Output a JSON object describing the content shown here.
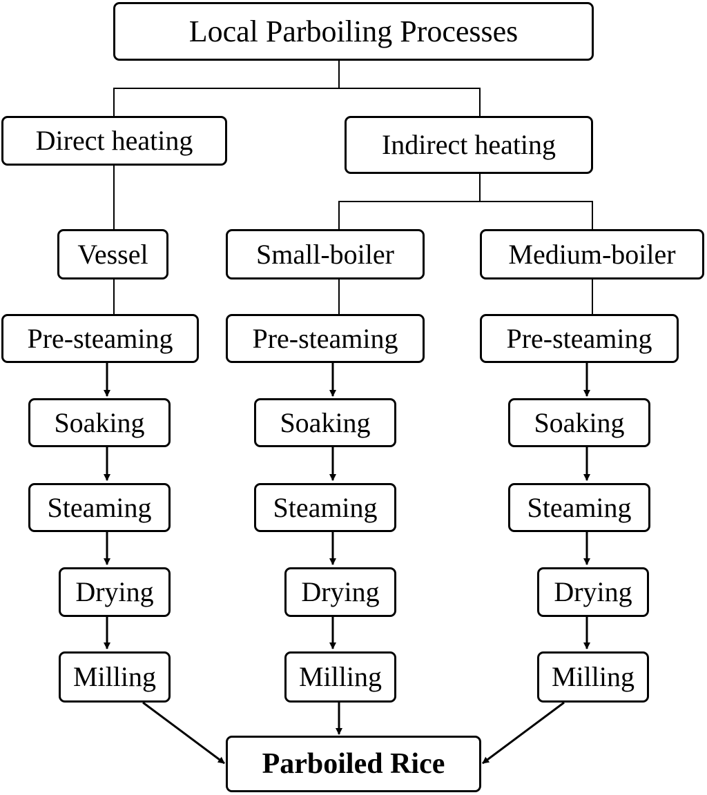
{
  "title": "Local Parboiling Processes",
  "branches": {
    "direct": "Direct heating",
    "indirect": "Indirect heating"
  },
  "columns": [
    {
      "equipment": "Vessel",
      "steps": [
        "Pre-steaming",
        "Soaking",
        "Steaming",
        "Drying",
        "Milling"
      ]
    },
    {
      "equipment": "Small-boiler",
      "steps": [
        "Pre-steaming",
        "Soaking",
        "Steaming",
        "Drying",
        "Milling"
      ]
    },
    {
      "equipment": "Medium-boiler",
      "steps": [
        "Pre-steaming",
        "Soaking",
        "Steaming",
        "Drying",
        "Milling"
      ]
    }
  ],
  "output": "Parboiled Rice",
  "colors": {
    "stroke": "#000000",
    "fill": "#ffffff"
  }
}
